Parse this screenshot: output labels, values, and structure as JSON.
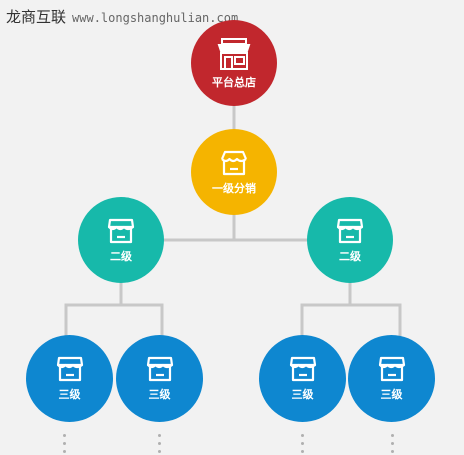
{
  "watermark": {
    "brand": "龙商互联",
    "url": "www.longshanghulian.com"
  },
  "colors": {
    "root": "#c1272d",
    "level1": "#f5b400",
    "level2": "#17b9aa",
    "level3": "#0e87d0",
    "connector": "#c8c8c8",
    "background": "#f2f2f2"
  },
  "nodes": {
    "root": {
      "label": "平台总店",
      "icon": "storefront-icon"
    },
    "level1": {
      "label": "一级分销",
      "icon": "shop-awning-icon"
    },
    "level2": [
      {
        "label": "二级",
        "icon": "shop-awning-icon"
      },
      {
        "label": "二级",
        "icon": "shop-awning-icon"
      }
    ],
    "level3": [
      {
        "label": "三级",
        "icon": "shop-awning-icon"
      },
      {
        "label": "三级",
        "icon": "shop-awning-icon"
      },
      {
        "label": "三级",
        "icon": "shop-awning-icon"
      },
      {
        "label": "三级",
        "icon": "shop-awning-icon"
      }
    ]
  }
}
